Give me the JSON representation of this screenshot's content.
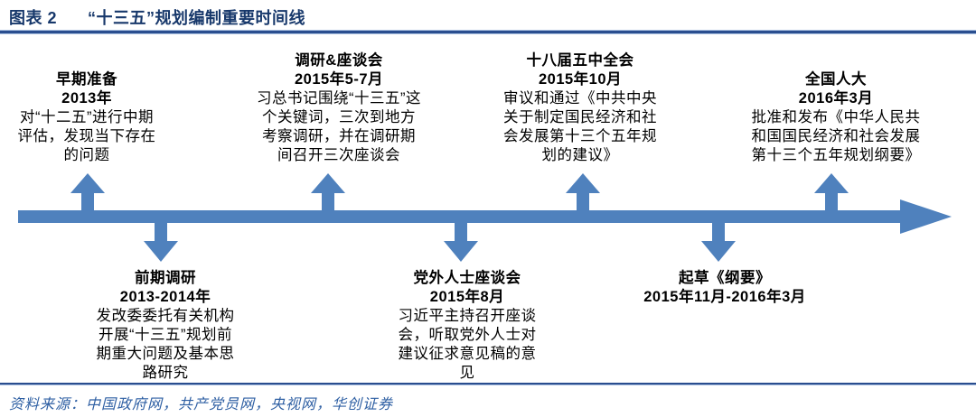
{
  "header": {
    "figure_label": "图表 2",
    "title": "“十三五”规划编制重要时间线"
  },
  "colors": {
    "timeline_blue": "#4F81BD",
    "title_navy": "#17386B",
    "rule_blue": "#2A4E8F",
    "source_blue": "#2E5FA3"
  },
  "timeline": {
    "direction": "left-to-right",
    "events_above": [
      {
        "name": "早期准备",
        "date": "2013年",
        "desc": "对“十二五”进行中期评估，发现当下存在的问题"
      },
      {
        "name": "调研&座谈会",
        "date": "2015年5-7月",
        "desc": "习总书记围绕“十三五”这个关键词，三次到地方考察调研，并在调研期间召开三次座谈会"
      },
      {
        "name": "十八届五中全会",
        "date": "2015年10月",
        "desc": "审议和通过《中共中央关于制定国民经济和社会发展第十三个五年规划的建议》"
      },
      {
        "name": "全国人大",
        "date": "2016年3月",
        "desc": "批准和发布《中华人民共和国国民经济和社会发展第十三个五年规划纲要》"
      }
    ],
    "events_below": [
      {
        "name": "前期调研",
        "date": "2013-2014年",
        "desc": "发改委委托有关机构开展“十三五”规划前期重大问题及基本思路研究"
      },
      {
        "name": "党外人士座谈会",
        "date": "2015年8月",
        "desc": "习近平主持召开座谈会，听取党外人士对建议征求意见稿的意见"
      },
      {
        "name": "起草《纲要》",
        "date": "2015年11月-2016年3月",
        "desc": ""
      }
    ]
  },
  "footer": {
    "source": "资料来源：中国政府网，共产党员网，央视网，华创证券"
  }
}
